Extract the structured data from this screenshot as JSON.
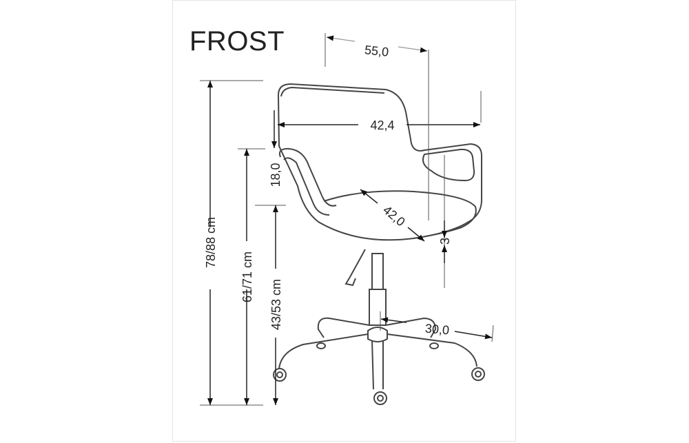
{
  "title": "FROST",
  "dimensions": {
    "total_height": "78/88 cm",
    "armrest_height": "61/71 cm",
    "seat_height": "43/53 cm",
    "armrest_to_seat": "18,0",
    "width": "42,4",
    "depth": "55,0",
    "seat_depth": "42,0",
    "seat_thickness": "3",
    "base_radius": "30,0"
  }
}
